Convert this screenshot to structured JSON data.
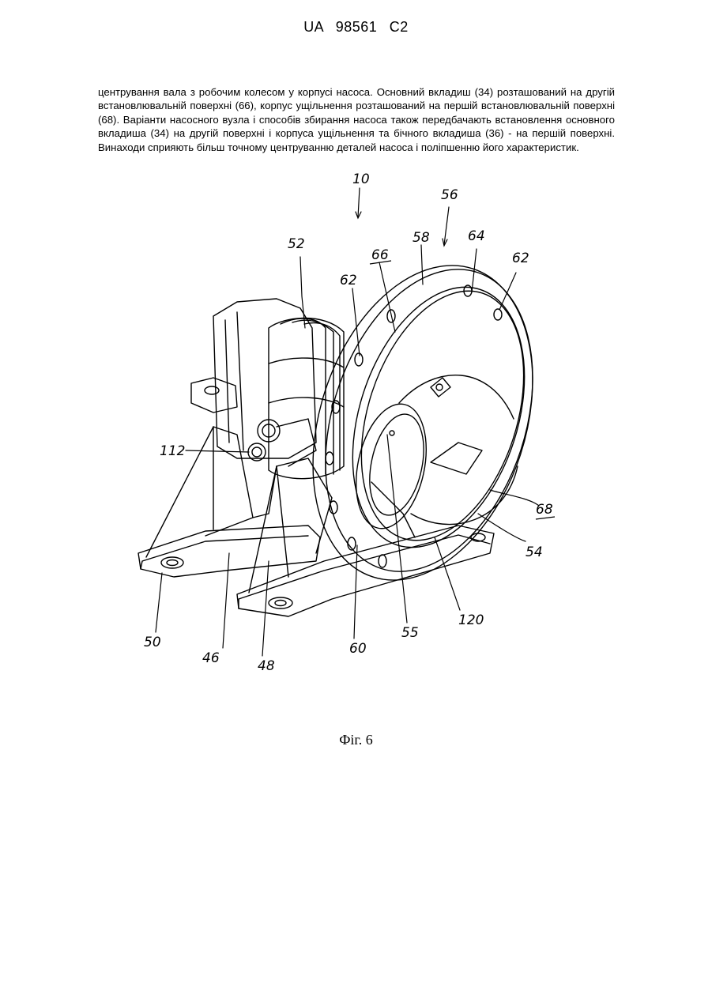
{
  "header": {
    "country_code": "UA",
    "patent_number": "98561",
    "kind_code": "C2"
  },
  "abstract_text": "центрування вала з робочим колесом у корпусі насоса. Основний вкладиш (34) розташований на другій встановлювальній поверхні (66), корпус ущільнення розташований на першій встановлювальній поверхні (68). Варіанти насосного вузла і способів збирання насоса також передбачають встановлення основного вкладиша (34) на другій поверхні і корпуса ущільнення та бічного вкладиша (36) - на першій поверхні. Винаходи сприяють більш точному центруванню деталей насоса і поліпшенню його характеристик.",
  "figure": {
    "reference_numerals": {
      "r10": "10",
      "r56": "56",
      "r52": "52",
      "r58": "58",
      "r64": "64",
      "r62a": "62",
      "r62b": "62",
      "r66": "66",
      "r112": "112",
      "r68": "68",
      "r54": "54",
      "r50": "50",
      "r46": "46",
      "r48": "48",
      "r60": "60",
      "r55": "55",
      "r120": "120"
    },
    "caption": "Фіг. 6"
  }
}
